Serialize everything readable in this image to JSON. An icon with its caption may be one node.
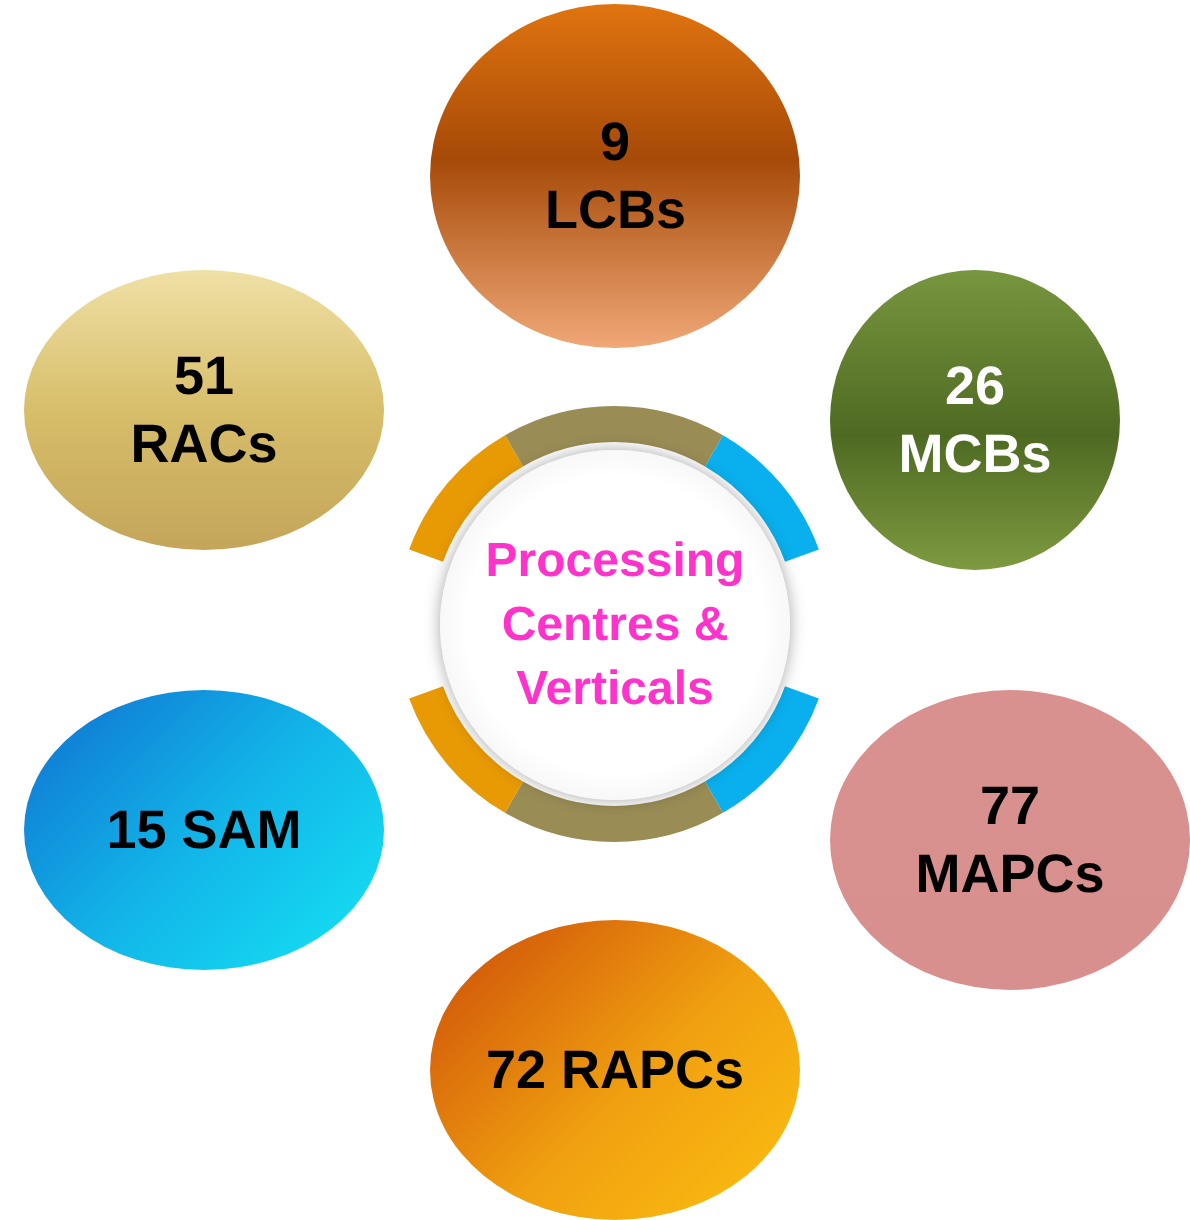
{
  "diagram": {
    "nodes": [
      {
        "text": [
          "9 LCBs"
        ]
      },
      {
        "text": [
          "51 RACs"
        ]
      },
      {
        "text": [
          "26 MCBs"
        ]
      },
      {
        "text": [
          "Processing Centres & Verticals"
        ]
      },
      {
        "text": [
          "15 SAM"
        ]
      },
      {
        "text": [
          "77 MAPCs"
        ]
      },
      {
        "text": [
          "72 RAPCs"
        ]
      }
    ]
  }
}
